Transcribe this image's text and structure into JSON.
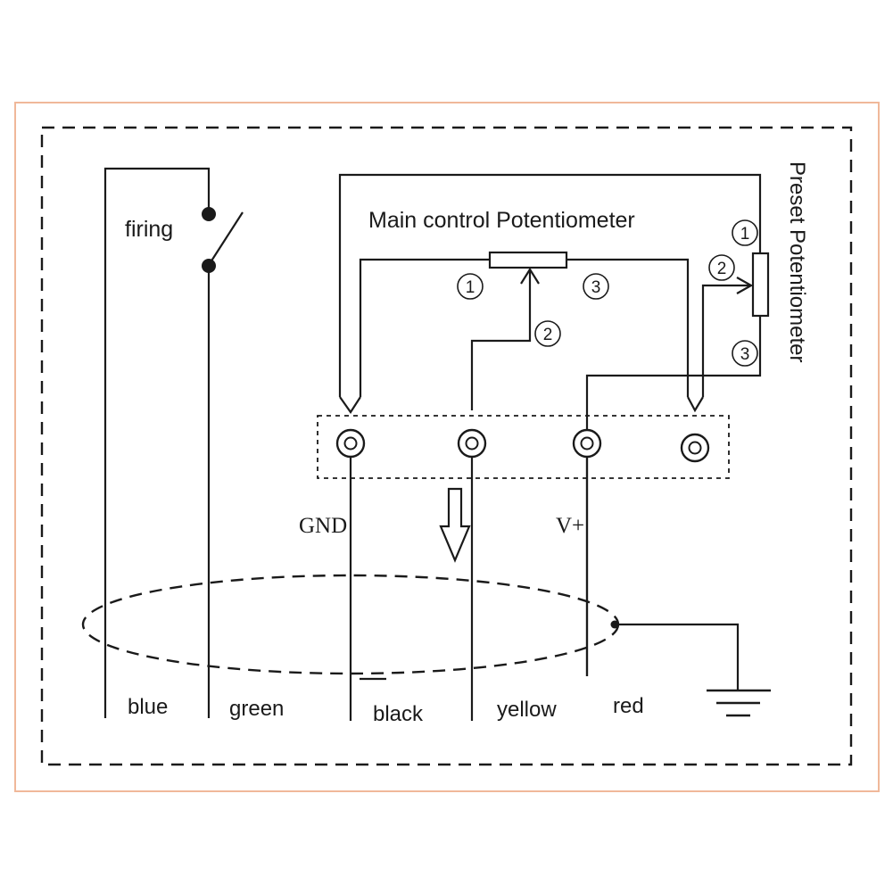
{
  "labels": {
    "firing": "firing",
    "main_pot": "Main control Potentiometer",
    "preset_pot": "Preset Potentiometer",
    "gnd": "GND",
    "vplus": "V+"
  },
  "pins": {
    "one": "1",
    "two": "2",
    "three": "3"
  },
  "wires": [
    "blue",
    "green",
    "black",
    "yellow",
    "red"
  ],
  "colors": {
    "outer_border": "#f0b89a",
    "line": "#1a1a1a"
  }
}
